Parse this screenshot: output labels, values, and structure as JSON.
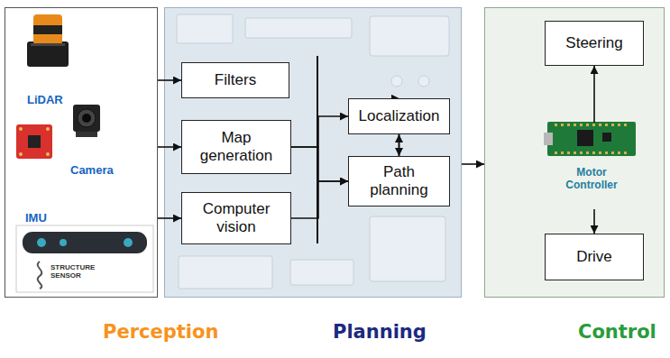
{
  "diagram": {
    "nodes": [
      {
        "text": [
          "LiDAR",
          "Camera",
          "IMU",
          "Perception"
        ]
      },
      {
        "text": [
          "Planning"
        ]
      },
      {
        "text": [
          "Filters"
        ],
        "in": 1
      },
      {
        "text": [
          "Map generation"
        ],
        "in": 1
      },
      {
        "text": [
          "Computer vision"
        ],
        "in": 1
      },
      {
        "text": [
          "Localization"
        ],
        "in": 1
      },
      {
        "text": [
          "Path planning"
        ],
        "in": 1
      },
      {
        "text": [
          "Control"
        ]
      },
      {
        "text": [
          "Steering"
        ],
        "in": 7
      },
      {
        "text": [
          "Motor Controller"
        ],
        "in": 7
      },
      {
        "text": [
          "Drive"
        ],
        "in": 7
      }
    ],
    "edges": [
      {
        "from": 0,
        "to": 2,
        "arrow": "to"
      },
      {
        "from": 0,
        "to": 3,
        "arrow": "to"
      },
      {
        "from": 0,
        "to": 4,
        "arrow": "to"
      },
      {
        "from": 2,
        "to": 5,
        "arrow": "to"
      },
      {
        "from": 2,
        "to": 6,
        "arrow": "to"
      },
      {
        "from": 3,
        "to": 5,
        "arrow": "to"
      },
      {
        "from": 3,
        "to": 6,
        "arrow": "to"
      },
      {
        "from": 4,
        "to": 5,
        "arrow": "to"
      },
      {
        "from": 4,
        "to": 6,
        "arrow": "to"
      },
      {
        "from": 1,
        "to": 7,
        "arrow": "to"
      },
      {
        "from": 9,
        "to": 8,
        "arrow": "to"
      },
      {
        "from": 9,
        "to": 10,
        "arrow": "to"
      }
    ],
    "labels": [
      "STRUCTURE SENSOR"
    ]
  }
}
